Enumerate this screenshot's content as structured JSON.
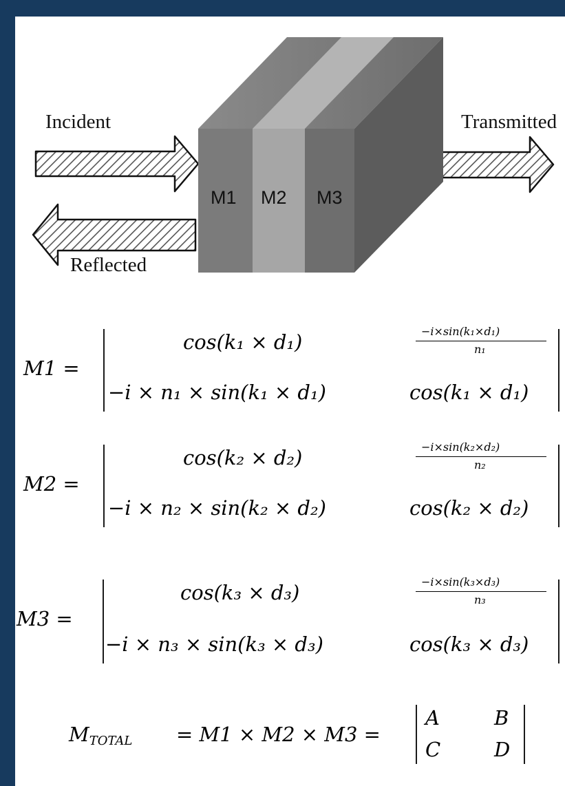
{
  "diagram": {
    "incident_label": "Incident",
    "transmitted_label": "Transmitted",
    "reflected_label": "Reflected",
    "layers": [
      "M1",
      "M2",
      "M3"
    ],
    "colors": {
      "background": "#173a5e",
      "hatch": "#555555"
    }
  },
  "equations": [
    {
      "lhs": "M1 =",
      "a11": "cos(k₁ × d₁)",
      "a12_num": "−i×sin(k₁×d₁)",
      "a12_den": "n₁",
      "a21": "−i × n₁ × sin(k₁ × d₁)",
      "a22": "cos(k₁ × d₁)"
    },
    {
      "lhs": "M2 =",
      "a11": "cos(k₂ × d₂)",
      "a12_num": "−i×sin(k₂×d₂)",
      "a12_den": "n₂",
      "a21": "−i × n₂ × sin(k₂ × d₂)",
      "a22": "cos(k₂ × d₂)"
    },
    {
      "lhs": "M3 =",
      "a11": "cos(k₃ × d₃)",
      "a12_num": "−i×sin(k₃×d₃)",
      "a12_den": "n₃",
      "a21": "−i × n₃ × sin(k₃ × d₃)",
      "a22": "cos(k₃ × d₃)"
    }
  ],
  "total": {
    "lhs": "M",
    "lhs_sub": "TOTAL",
    "rhs": "= M1 × M2 × M3 =",
    "matrix": [
      "A",
      "B",
      "C",
      "D"
    ]
  }
}
